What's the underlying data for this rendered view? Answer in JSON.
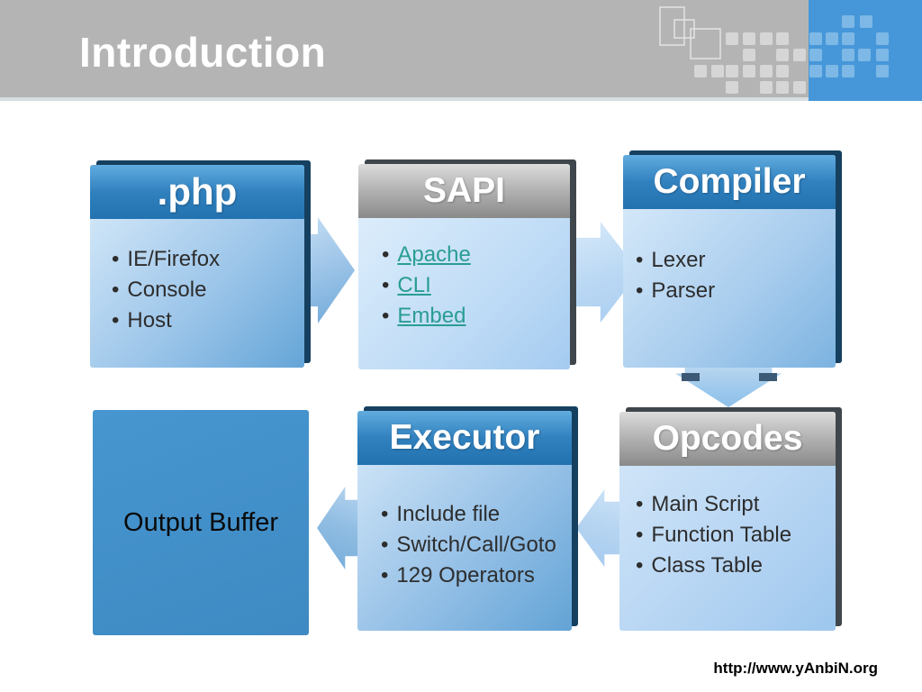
{
  "header": {
    "title": "Introduction"
  },
  "diagram": {
    "boxes": [
      {
        "id": "php",
        "title": ".php",
        "header_style": "blue",
        "items": [
          "IE/Firefox",
          "Console",
          "Host"
        ]
      },
      {
        "id": "sapi",
        "title": "SAPI",
        "header_style": "gray",
        "links": [
          "Apache",
          "CLI",
          "Embed"
        ]
      },
      {
        "id": "compiler",
        "title": "Compiler",
        "header_style": "blue",
        "items": [
          "Lexer",
          "Parser"
        ]
      },
      {
        "id": "opcodes",
        "title": "Opcodes",
        "header_style": "gray",
        "items": [
          "Main Script",
          "Function Table",
          "Class Table"
        ]
      },
      {
        "id": "executor",
        "title": "Executor",
        "header_style": "blue",
        "items": [
          "Include file",
          "Switch/Call/Goto",
          "129 Operators"
        ]
      },
      {
        "id": "output",
        "title": "Output Buffer"
      }
    ],
    "arrows": [
      {
        "from": "php",
        "to": "sapi",
        "direction": "right"
      },
      {
        "from": "sapi",
        "to": "compiler",
        "direction": "right"
      },
      {
        "from": "compiler",
        "to": "opcodes",
        "direction": "down"
      },
      {
        "from": "opcodes",
        "to": "executor",
        "direction": "left"
      },
      {
        "from": "executor",
        "to": "output",
        "direction": "left"
      }
    ]
  },
  "footer": {
    "url": "http://www.yAnbiN.org"
  },
  "colors": {
    "banner_gray": "#b4b4b4",
    "corner_blue": "#4697d9",
    "mosaic_square_blue": "#7db8e6",
    "mosaic_square_gray": "#d6d6d6",
    "box_header_blue": "#2a7cbd",
    "box_header_gray": "#a0a0a0",
    "box_body_blue": "#9ac4e9",
    "link_teal": "#2a9d93",
    "shadow_navy": "#16405f",
    "text_dark": "#2d2d2d"
  }
}
